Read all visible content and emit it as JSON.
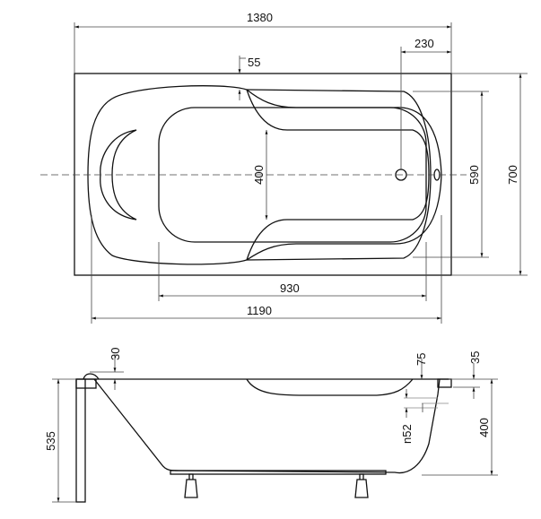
{
  "top_view": {
    "overall_length": "1380",
    "drain_offset": "230",
    "rim_width": "55",
    "seat_width": "400",
    "inner_width": "590",
    "overall_width": "700",
    "bottom_length": "930",
    "inner_length": "1190"
  },
  "side_view": {
    "rim_height": "30",
    "overflow_offset": "75",
    "edge_thickness": "35",
    "overflow_diameter": "n52",
    "depth": "400",
    "total_height": "535"
  }
}
